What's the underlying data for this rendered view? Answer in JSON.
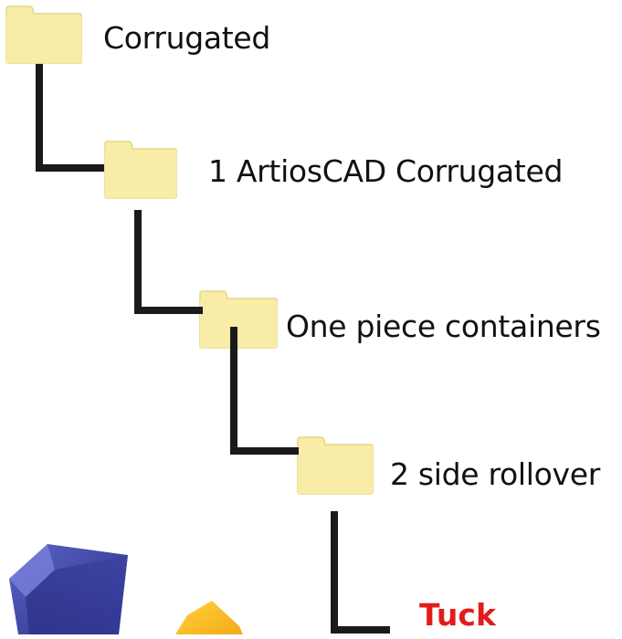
{
  "tree": {
    "nodes": [
      {
        "label": "Corrugated",
        "icon": "folder-icon"
      },
      {
        "label": "1 ArtiosCAD Corrugated",
        "icon": "folder-icon"
      },
      {
        "label": "One piece containers",
        "icon": "folder-icon"
      },
      {
        "label": "2 side rollover",
        "icon": "folder-icon"
      }
    ],
    "leaf": {
      "label": "Tuck",
      "color": "#e31b1b"
    }
  },
  "colors": {
    "folder_fill": "#f8eca6",
    "folder_stroke": "#e6d689",
    "connector": "#1a1a1a"
  },
  "logo": {
    "icon": "artioscad-logo-icon"
  }
}
